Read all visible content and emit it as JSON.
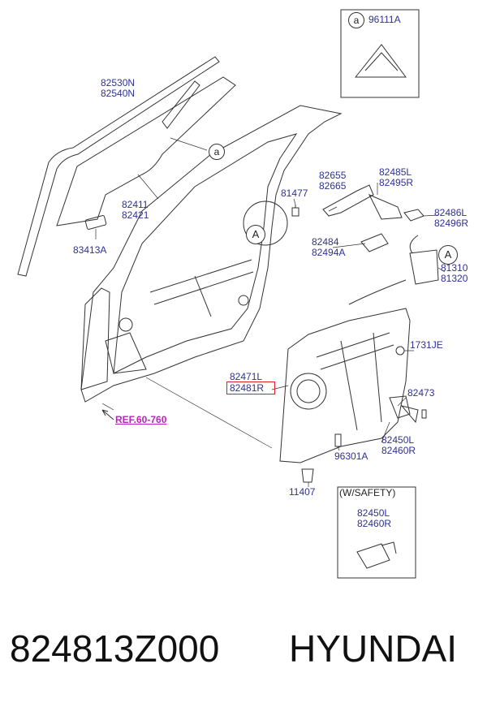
{
  "diagram": {
    "labels": {
      "l_82530N": "82530N",
      "l_82540N": "82540N",
      "l_82411": "82411",
      "l_82421": "82421",
      "l_83413A": "83413A",
      "l_81477": "81477",
      "l_82655": "82655",
      "l_82665": "82665",
      "l_82485L": "82485L",
      "l_82495R": "82495R",
      "l_82486L": "82486L",
      "l_82496R": "82496R",
      "l_82484": "82484",
      "l_82494A": "82494A",
      "l_81310": "81310",
      "l_81320": "81320",
      "l_1731JE": "1731JE",
      "l_82471L": "82471L",
      "l_82481R": "82481R",
      "l_82473": "82473",
      "l_82450L_a": "82450L",
      "l_82460R_a": "82460R",
      "l_96301A": "96301A",
      "l_11407": "11407",
      "l_82450L_b": "82450L",
      "l_82460R_b": "82460R",
      "l_96111A": "96111A"
    },
    "ref": "REF.60-760",
    "safety_title": "(W/SAFETY)",
    "bubble_a": "a",
    "bubble_A": "A",
    "highlight_color": "#e02020",
    "label_color": "#2e3192"
  },
  "footer": {
    "part_number": "824813Z000",
    "brand": "HYUNDAI"
  }
}
